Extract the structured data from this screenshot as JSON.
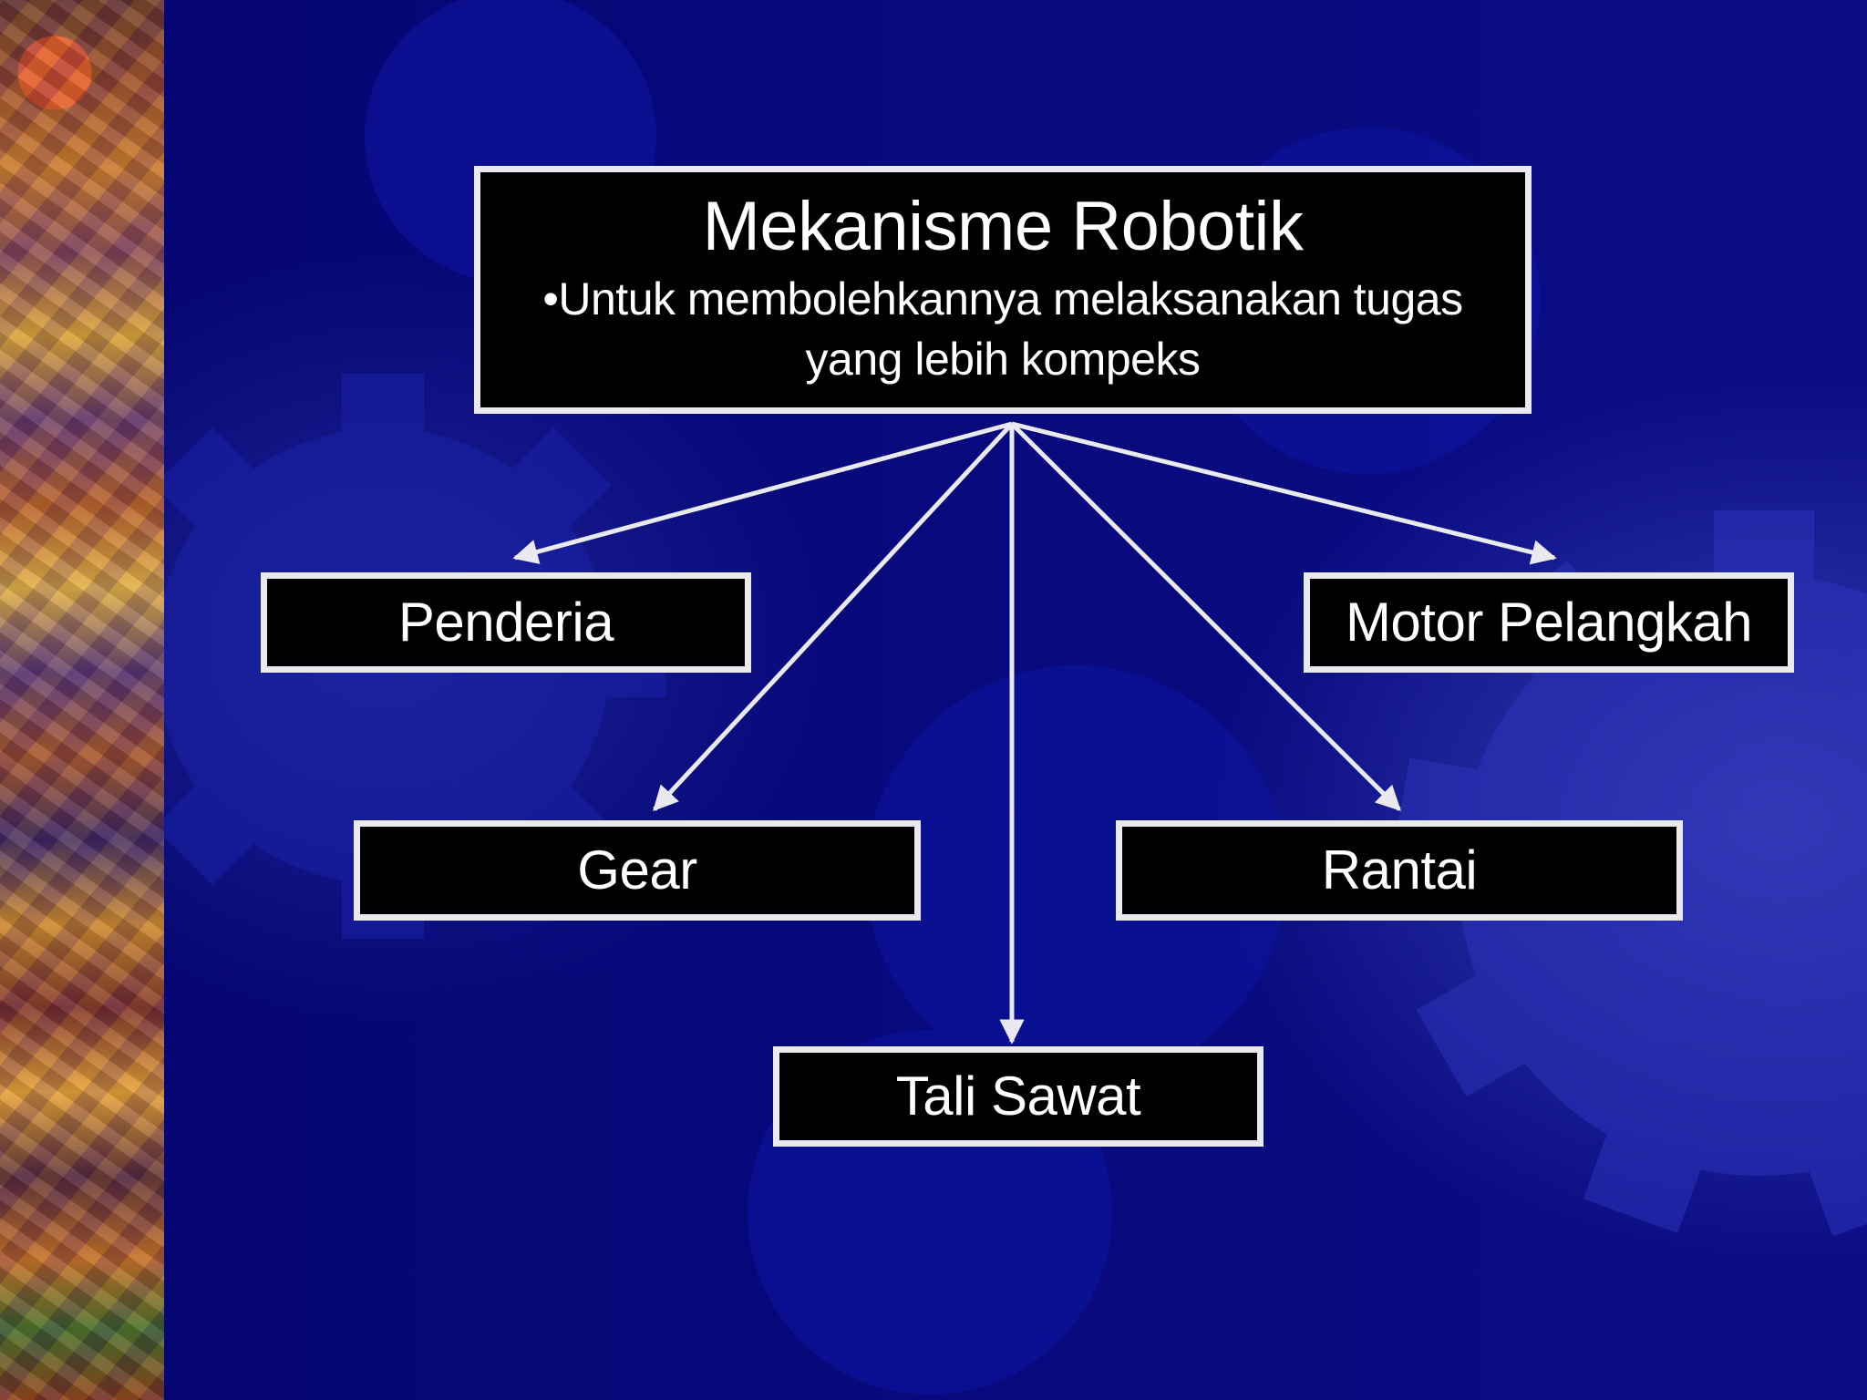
{
  "diagram": {
    "root": {
      "title": "Mekanisme Robotik",
      "subtitle": "•Untuk membolehkannya melaksanakan tugas yang lebih kompeks"
    },
    "nodes": [
      {
        "id": "penderia",
        "label": "Penderia"
      },
      {
        "id": "gear",
        "label": "Gear"
      },
      {
        "id": "tali-sawat",
        "label": "Tali Sawat"
      },
      {
        "id": "rantai",
        "label": "Rantai"
      },
      {
        "id": "motor-pelangkah",
        "label": "Motor Pelangkah"
      }
    ],
    "edges": [
      {
        "from": "root",
        "to": "penderia"
      },
      {
        "from": "root",
        "to": "gear"
      },
      {
        "from": "root",
        "to": "tali-sawat"
      },
      {
        "from": "root",
        "to": "rantai"
      },
      {
        "from": "root",
        "to": "motor-pelangkah"
      }
    ]
  },
  "colors": {
    "background": "#06087a",
    "box_fill": "#000000",
    "box_border": "#e9e9ef",
    "connector": "#e9e9ef",
    "text": "#ffffff"
  }
}
